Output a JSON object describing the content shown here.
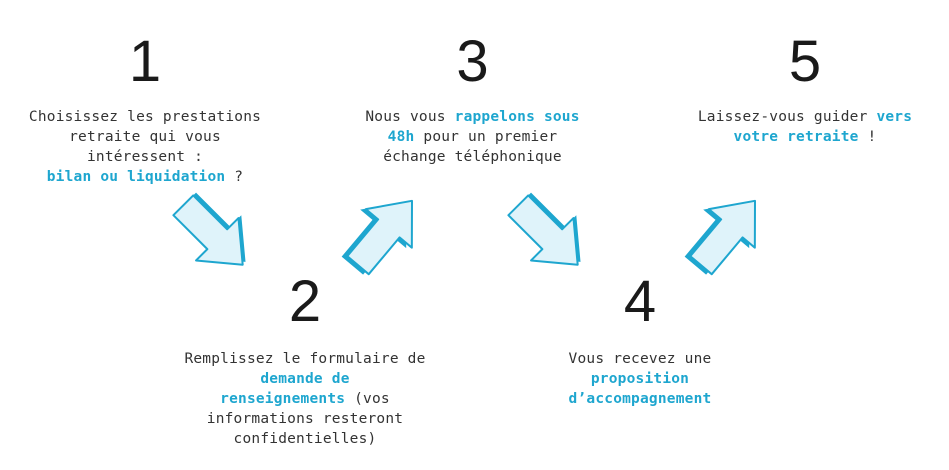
{
  "colors": {
    "accent": "#1ea6cf",
    "arrow_fill": "#dff3fa",
    "arrow_stroke": "#1ea6cf",
    "arrow_shadow": "#1ea6cf",
    "text": "#333333"
  },
  "steps": [
    {
      "number": "1",
      "line1": "Choisissez les prestations",
      "line2": "retraite qui vous intéressent :",
      "line3_highlight": "bilan ou liquidation",
      "line3_rest": " ?"
    },
    {
      "number": "2",
      "line1": "Remplissez le formulaire de",
      "line2_highlight": "demande de",
      "line3_highlight": "renseignements",
      "line3_rest": " (vos",
      "line4": "informations resteront",
      "line5": "confidentielles)"
    },
    {
      "number": "3",
      "line1_plain": "Nous vous ",
      "line1_highlight": "rappelons sous",
      "line2_highlight": "48h",
      "line2_rest": " pour un premier",
      "line3": "échange téléphonique"
    },
    {
      "number": "4",
      "line1": "Vous recevez une",
      "line2_highlight": "proposition",
      "line3_highlight": "d’accompagnement"
    },
    {
      "number": "5",
      "line1_plain": "Laissez-vous guider ",
      "line1_highlight": "vers",
      "line2_highlight": "votre retraite",
      "line2_rest": " !"
    }
  ],
  "arrows": [
    {
      "icon": "arrow-down-right-icon"
    },
    {
      "icon": "arrow-up-right-icon"
    },
    {
      "icon": "arrow-down-right-icon"
    },
    {
      "icon": "arrow-up-right-icon"
    }
  ]
}
